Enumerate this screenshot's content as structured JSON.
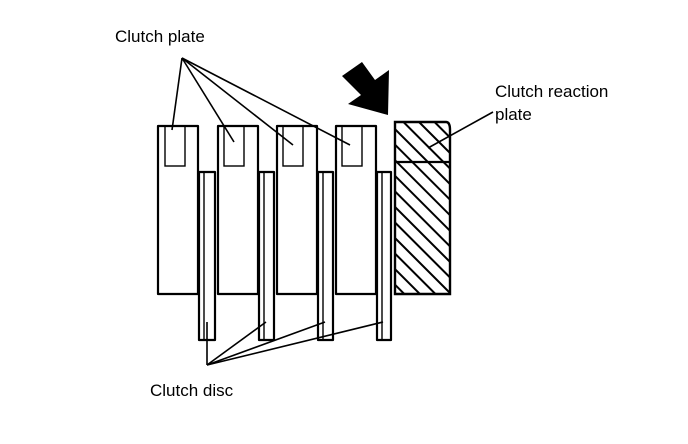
{
  "labels": {
    "clutch_plate": "Clutch plate",
    "clutch_reaction_plate_line1": "Clutch reaction",
    "clutch_reaction_plate_line2": "plate",
    "clutch_disc": "Clutch disc"
  },
  "colors": {
    "ink": "#000000",
    "background": "#ffffff"
  },
  "icons": {
    "force_arrow": "arrow-down-right-icon"
  }
}
